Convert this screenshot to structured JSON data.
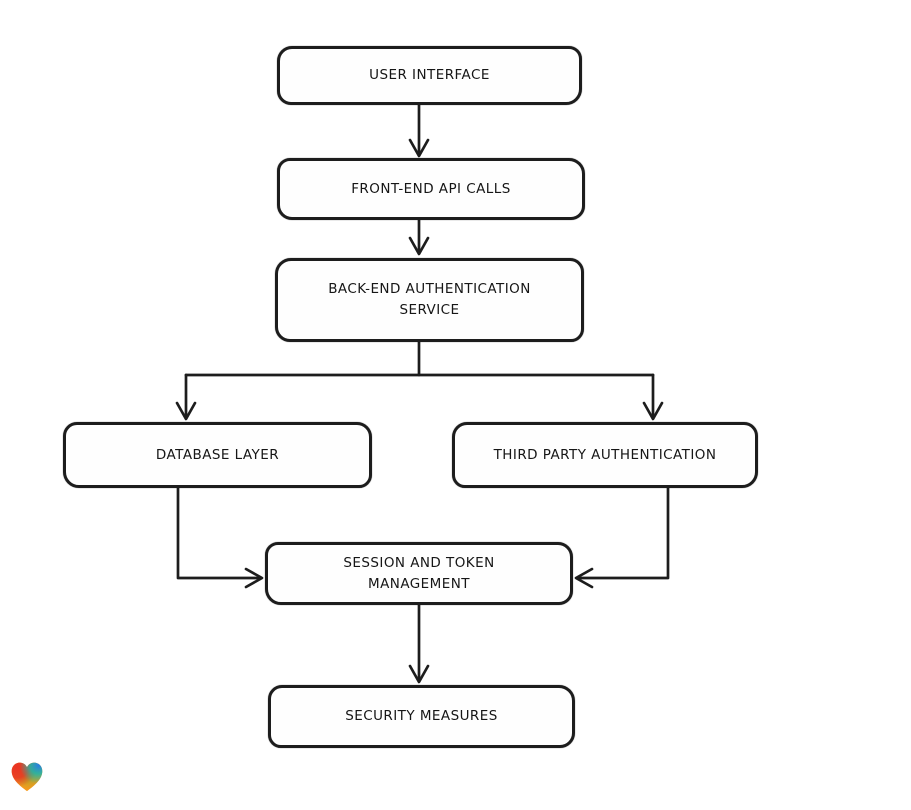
{
  "diagram": {
    "type": "flowchart",
    "stroke_color": "#1d1d1d",
    "background_color": "#ffffff",
    "nodes": [
      {
        "id": "user-interface",
        "label": "USER INTERFACE"
      },
      {
        "id": "front-end-api-calls",
        "label": "FRONT-END API CALLS"
      },
      {
        "id": "back-end-authentication-service",
        "label": "BACK-END AUTHENTICATION\nSERVICE"
      },
      {
        "id": "database-layer",
        "label": "DATABASE LAYER"
      },
      {
        "id": "third-party-authentication",
        "label": "THIRD PARTY AUTHENTICATION"
      },
      {
        "id": "session-and-token-management",
        "label": "SESSION AND TOKEN\nMANAGEMENT"
      },
      {
        "id": "security-measures",
        "label": "SECURITY MEASURES"
      }
    ],
    "edges": [
      {
        "from": "user-interface",
        "to": "front-end-api-calls"
      },
      {
        "from": "front-end-api-calls",
        "to": "back-end-authentication-service"
      },
      {
        "from": "back-end-authentication-service",
        "to": "database-layer"
      },
      {
        "from": "back-end-authentication-service",
        "to": "third-party-authentication"
      },
      {
        "from": "database-layer",
        "to": "session-and-token-management"
      },
      {
        "from": "third-party-authentication",
        "to": "session-and-token-management"
      },
      {
        "from": "session-and-token-management",
        "to": "security-measures"
      }
    ]
  },
  "watermark": {
    "icon": "gradient-heart-logo",
    "colors": [
      "#e93323",
      "#f59b1e",
      "#7eac2f",
      "#2a7de1",
      "#18b5ae"
    ]
  }
}
